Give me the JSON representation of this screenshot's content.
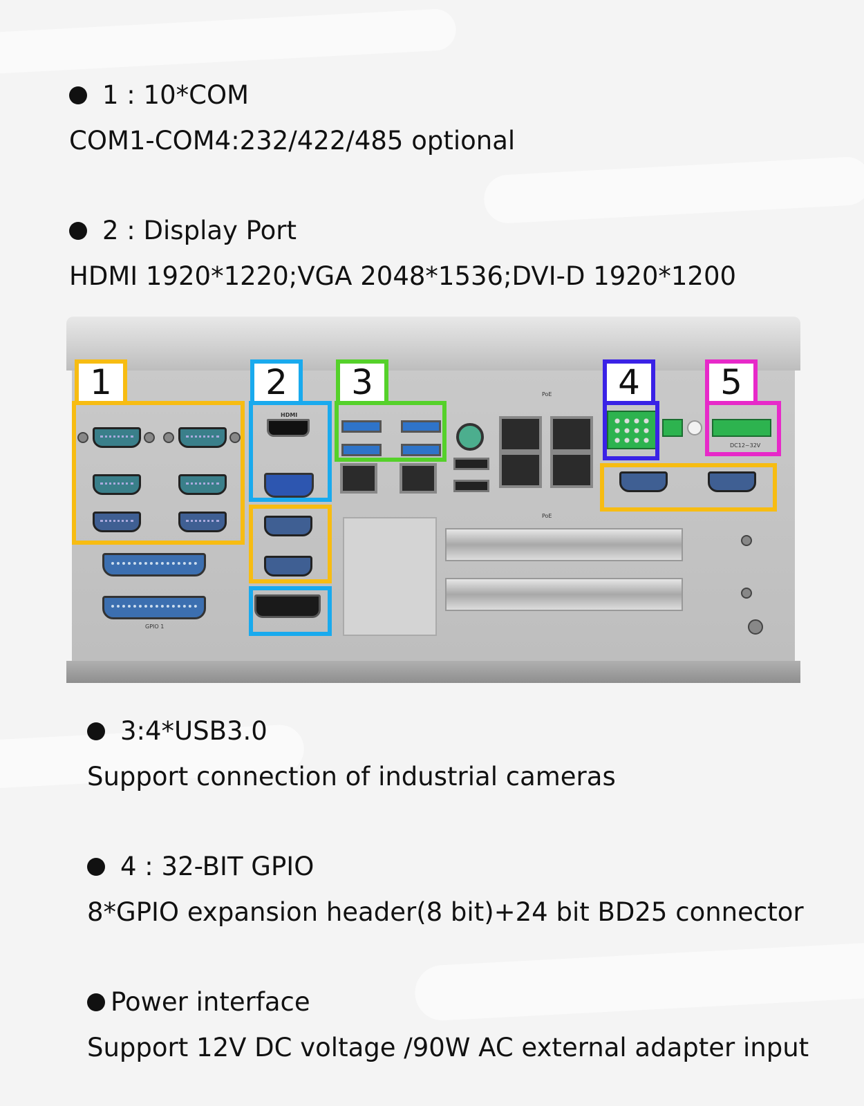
{
  "features": [
    {
      "title": "1 : 10*COM",
      "description": "COM1-COM4:232/422/485 optional"
    },
    {
      "title": "2 : Display Port",
      "description": "HDMI 1920*1220;VGA 2048*1536;DVI-D 1920*1200"
    },
    {
      "title": "3:4*USB3.0",
      "description": "Support connection of industrial cameras"
    },
    {
      "title": "4 : 32-BIT GPIO",
      "description": "8*GPIO expansion header(8 bit)+24 bit BD25 connector"
    },
    {
      "title": "Power interface",
      "description": "Support 12V DC voltage /90W AC external adapter input"
    }
  ],
  "callouts": {
    "n1": "1",
    "n2": "2",
    "n3": "3",
    "n4": "4",
    "n5": "5"
  },
  "panel_labels": {
    "hdmi": "HDMI",
    "poe_top": "PoE",
    "poe_bottom": "PoE",
    "gpio1": "GPIO 1",
    "dc": "DC12~32V"
  },
  "colors": {
    "com": "#f7bc12",
    "display": "#19aaee",
    "usb": "#55d12a",
    "gpio": "#3a22e6",
    "power": "#e729c9"
  }
}
